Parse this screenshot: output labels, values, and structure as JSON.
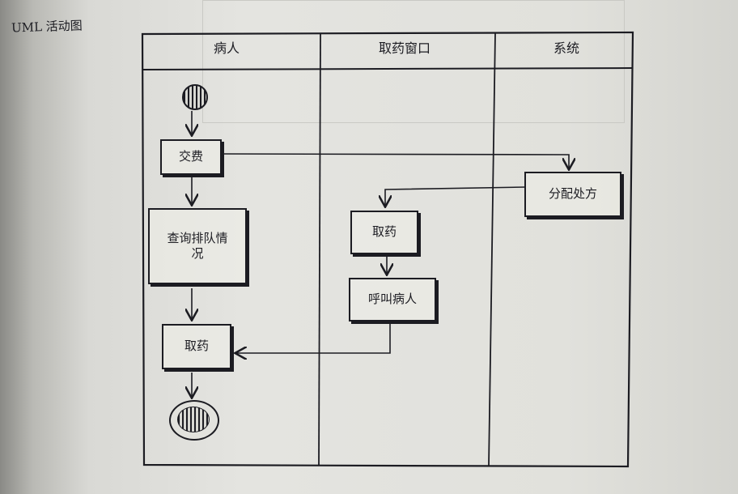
{
  "caption": "UML 活动图",
  "lanes": [
    {
      "label": "病人"
    },
    {
      "label": "取药窗口"
    },
    {
      "label": "系统"
    }
  ],
  "activities": {
    "pay": "交费",
    "query_queue": "查询排队情况",
    "get_medicine_patient": "取药",
    "dispense": "取药",
    "call_patient": "呼叫病人",
    "assign_prescription": "分配处方"
  },
  "colors": {
    "ink": "#1c1c22",
    "paper": "#e2e2dd"
  }
}
